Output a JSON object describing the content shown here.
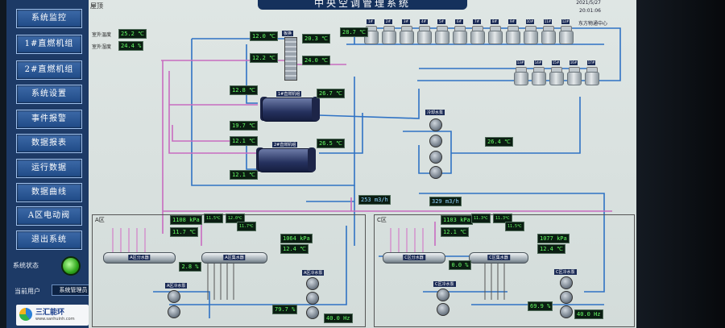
{
  "app": {
    "title": "中央空调管理系统"
  },
  "sidebar": {
    "nav": [
      "系统监控",
      "1#直燃机组",
      "2#直燃机组",
      "系统设置",
      "事件报警",
      "数据报表",
      "运行数据",
      "数据曲线",
      "A区电动阀",
      "退出系统"
    ],
    "status_label": "系统状态",
    "user_label": "当前用户",
    "user_value": "系统管理员",
    "logo_name": "三汇能环",
    "logo_url": "www.sanhuinh.com"
  },
  "header": {
    "area_label": "屋顶",
    "date": "2021/5/27",
    "time": "20:01:06",
    "center_name": "东方物通中心"
  },
  "outdoor": {
    "temp_label": "室外温度",
    "temp_value": "25.2 ℃",
    "hum_label": "室外湿度",
    "hum_value": "24.4 %"
  },
  "towers_row1": [
    "1#",
    "2#",
    "3#",
    "4#",
    "5#",
    "6#",
    "7#",
    "8#",
    "9#",
    "10#",
    "11#",
    "12#"
  ],
  "towers_row2": [
    "13#",
    "14#",
    "15#",
    "16#",
    "17#"
  ],
  "top_readings": {
    "t1": "12.0 ℃",
    "t2": "12.2 ℃",
    "t3": "20.3 ℃",
    "t4": "24.0 ℃",
    "t5": "28.7 ℃",
    "panel_label": "板换"
  },
  "chiller1": {
    "label": "1#直燃机组",
    "in": "12.8 ℃",
    "out": "26.7 ℃",
    "ret": "19.7 ℃"
  },
  "chiller2": {
    "label": "2#直燃机组",
    "in": "12.1 ℃",
    "out": "26.5 ℃",
    "ret": "12.1 ℃"
  },
  "cooling_pump": {
    "label": "冷却水泵",
    "temp": "26.4 ℃"
  },
  "flow": {
    "f1": "253 m3/h",
    "f2": "329 m3/h"
  },
  "zone_a": {
    "label": "A区",
    "press1": "1108 kPa",
    "temp1": "11.7 ℃",
    "supply_drum": "A区分水器",
    "return_drum": "A区集水器",
    "s1": "11.5℃",
    "s2": "12.0℃",
    "s3": "11.7℃",
    "press2": "1064 kPa",
    "temp2": "12.4 ℃",
    "ratio": "2.8 %",
    "pump1_label": "A区冷水泵",
    "pump2_label": "A区冷水泵",
    "valve": "79.7 %",
    "freq": "40.0 Hz"
  },
  "zone_c": {
    "label": "C区",
    "press1": "1103 kPa",
    "temp1": "12.1 ℃",
    "supply_drum": "C区分水器",
    "return_drum": "C区集水器",
    "s1": "11.3℃",
    "s2": "11.3℃",
    "s3": "11.5℃",
    "press2": "1077 kPa",
    "temp2": "12.4 ℃",
    "ratio": "0.0 %",
    "pump1_label": "C区冷水泵",
    "pump2_label": "C区冷水泵",
    "valve": "69.9 %",
    "freq": "40.0 Hz"
  }
}
